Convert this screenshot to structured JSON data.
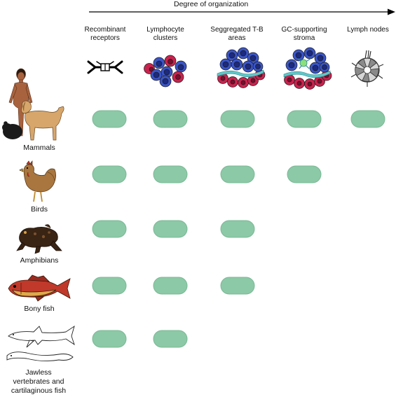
{
  "axis": {
    "title": "Degree of organization"
  },
  "columns": [
    {
      "id": "recombinant",
      "label_line1": "Recombinant",
      "label_line2": "receptors"
    },
    {
      "id": "lymphocyte",
      "label_line1": "Lymphocyte",
      "label_line2": "clusters"
    },
    {
      "id": "seggregated",
      "label_line1": "Seggregated T-B",
      "label_line2": "areas"
    },
    {
      "id": "gc",
      "label_line1": "GC-supporting",
      "label_line2": "stroma"
    },
    {
      "id": "lymph",
      "label_line1": "Lymph nodes",
      "label_line2": ""
    }
  ],
  "rows": [
    {
      "id": "mammals",
      "label_line1": "Mammals",
      "label_line2": "",
      "label_line3": "",
      "presence": [
        true,
        true,
        true,
        true,
        true
      ],
      "icon": "human-dog-rodent-icon"
    },
    {
      "id": "birds",
      "label_line1": "Birds",
      "label_line2": "",
      "label_line3": "",
      "presence": [
        true,
        true,
        true,
        true,
        false
      ],
      "icon": "chicken-icon"
    },
    {
      "id": "amphibians",
      "label_line1": "Amphibians",
      "label_line2": "",
      "label_line3": "",
      "presence": [
        true,
        true,
        true,
        false,
        false
      ],
      "icon": "frog-icon"
    },
    {
      "id": "bony",
      "label_line1": "Bony fish",
      "label_line2": "",
      "label_line3": "",
      "presence": [
        true,
        true,
        true,
        false,
        false
      ],
      "icon": "fish-icon"
    },
    {
      "id": "jawless",
      "label_line1": "Jawless",
      "label_line2": "vertebrates and",
      "label_line3": "cartilaginous fish",
      "presence": [
        true,
        true,
        false,
        false,
        false
      ],
      "icon": "shark-lamprey-icon"
    }
  ],
  "colors": {
    "pill": "#8cc9a6",
    "tcell": "#3a55c8",
    "bcell": "#c8234e",
    "stroma": "#5fc6c8"
  }
}
